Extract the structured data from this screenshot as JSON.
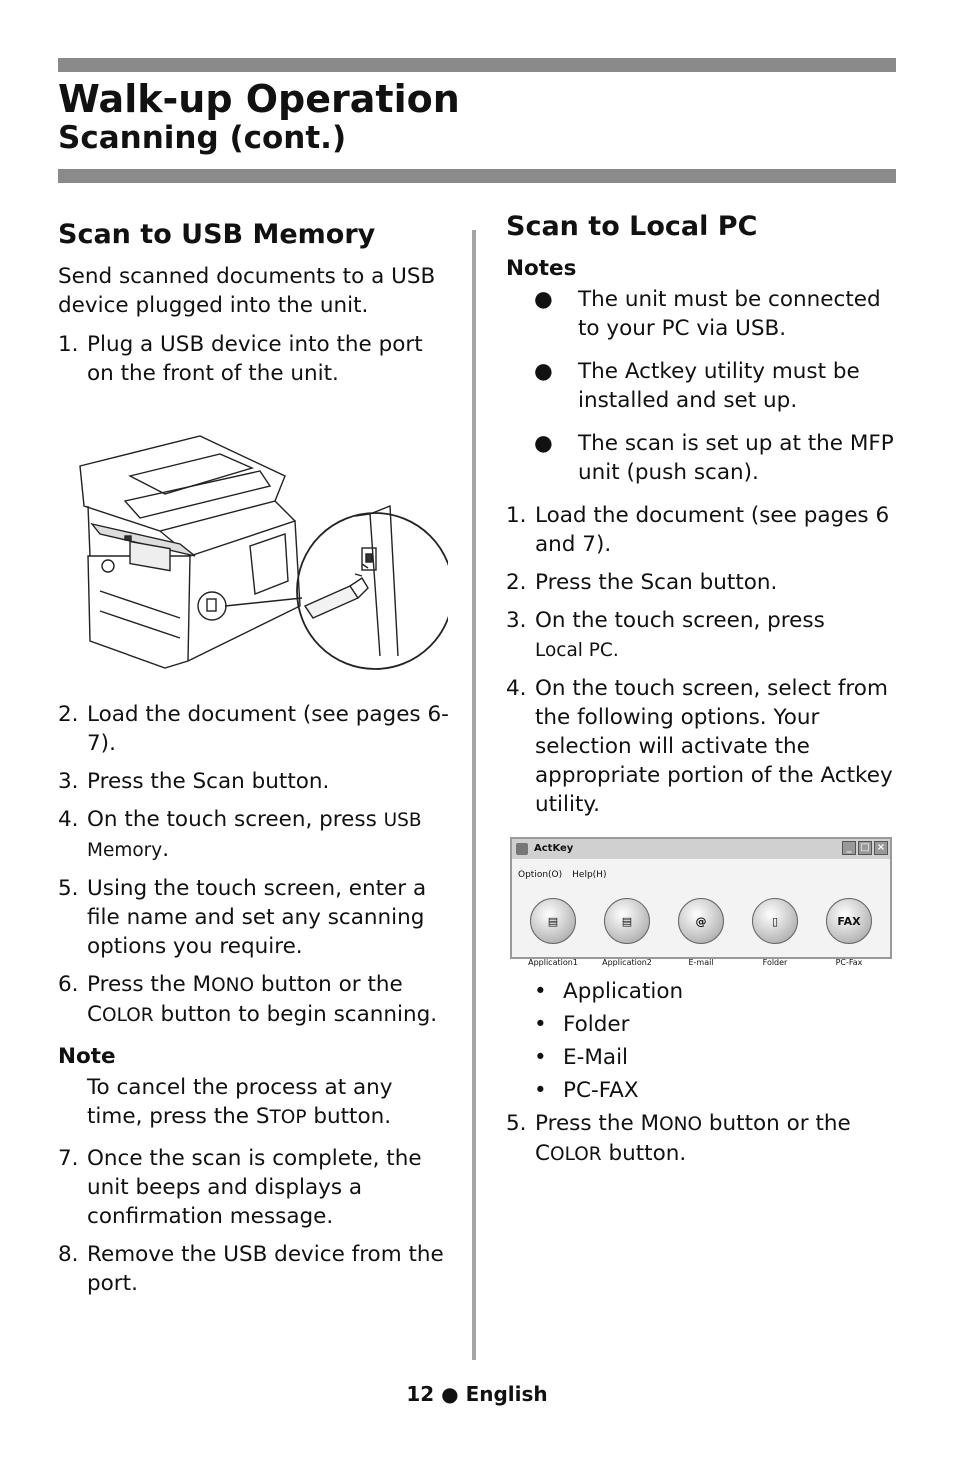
{
  "header": {
    "title": "Walk-up Operation",
    "subtitle": "Scanning (cont.)"
  },
  "left": {
    "heading": "Scan to USB Memory",
    "intro": "Send scanned documents to a USB device plugged into the unit.",
    "step1": {
      "num": "1.",
      "text": "Plug a USB device into the port on the front of the unit."
    },
    "step2": {
      "num": "2.",
      "text": "Load the document (see pages 6-7)."
    },
    "step3": {
      "num": "3.",
      "text": "Press the Scan button."
    },
    "step4": {
      "num": "4.",
      "pre": "On the touch screen, press ",
      "sc": "USB Memory",
      "post": "."
    },
    "step5": {
      "num": "5.",
      "text": "Using the touch screen, enter a file name and set any scanning options you require."
    },
    "step6": {
      "num": "6.",
      "a": "Press the M",
      "b": "ONO",
      "c": " button or the C",
      "d": "OLOR",
      "e": " button to begin scanning."
    },
    "note": {
      "heading": "Note",
      "a": "To cancel the process at any time, press the S",
      "b": "TOP",
      "c": " button."
    },
    "step7": {
      "num": "7.",
      "text": "Once the scan is complete, the unit beeps and displays a confirmation message."
    },
    "step8": {
      "num": "8.",
      "text": "Remove the USB device from the port."
    }
  },
  "right": {
    "heading": "Scan to Local PC",
    "notes_heading": "Notes",
    "bullet_char": "●",
    "notes": [
      "The unit must be connected to your PC via USB.",
      "The Actkey utility must be installed and set up.",
      "The scan is set up at the MFP unit (push scan)."
    ],
    "step1": {
      "num": "1.",
      "text": "Load the document (see pages 6 and 7)."
    },
    "step2": {
      "num": "2.",
      "text": "Press the Scan button."
    },
    "step3": {
      "num": "3.",
      "pre": "On the touch screen, press ",
      "sc": "Local PC",
      "post": "."
    },
    "step4": {
      "num": "4.",
      "text": " On the touch screen, select from the following options. Your selection will activate the appropriate portion of the Actkey utility."
    },
    "actkey": {
      "title": "ActKey",
      "menu": [
        "Option(O)",
        "Help(H)"
      ],
      "buttons": [
        "Application1",
        "Application2",
        "E-mail",
        "Folder",
        "PC-Fax"
      ],
      "fax_badge": "FAX"
    },
    "option_bullet": "•",
    "options": [
      "Application",
      "Folder",
      "E-Mail",
      "PC-FAX"
    ],
    "step5": {
      "num": "5.",
      "a": "Press the M",
      "b": "ONO",
      "c": " button or the C",
      "d": "OLOR",
      "e": " button."
    }
  },
  "footer": "12 ● English"
}
